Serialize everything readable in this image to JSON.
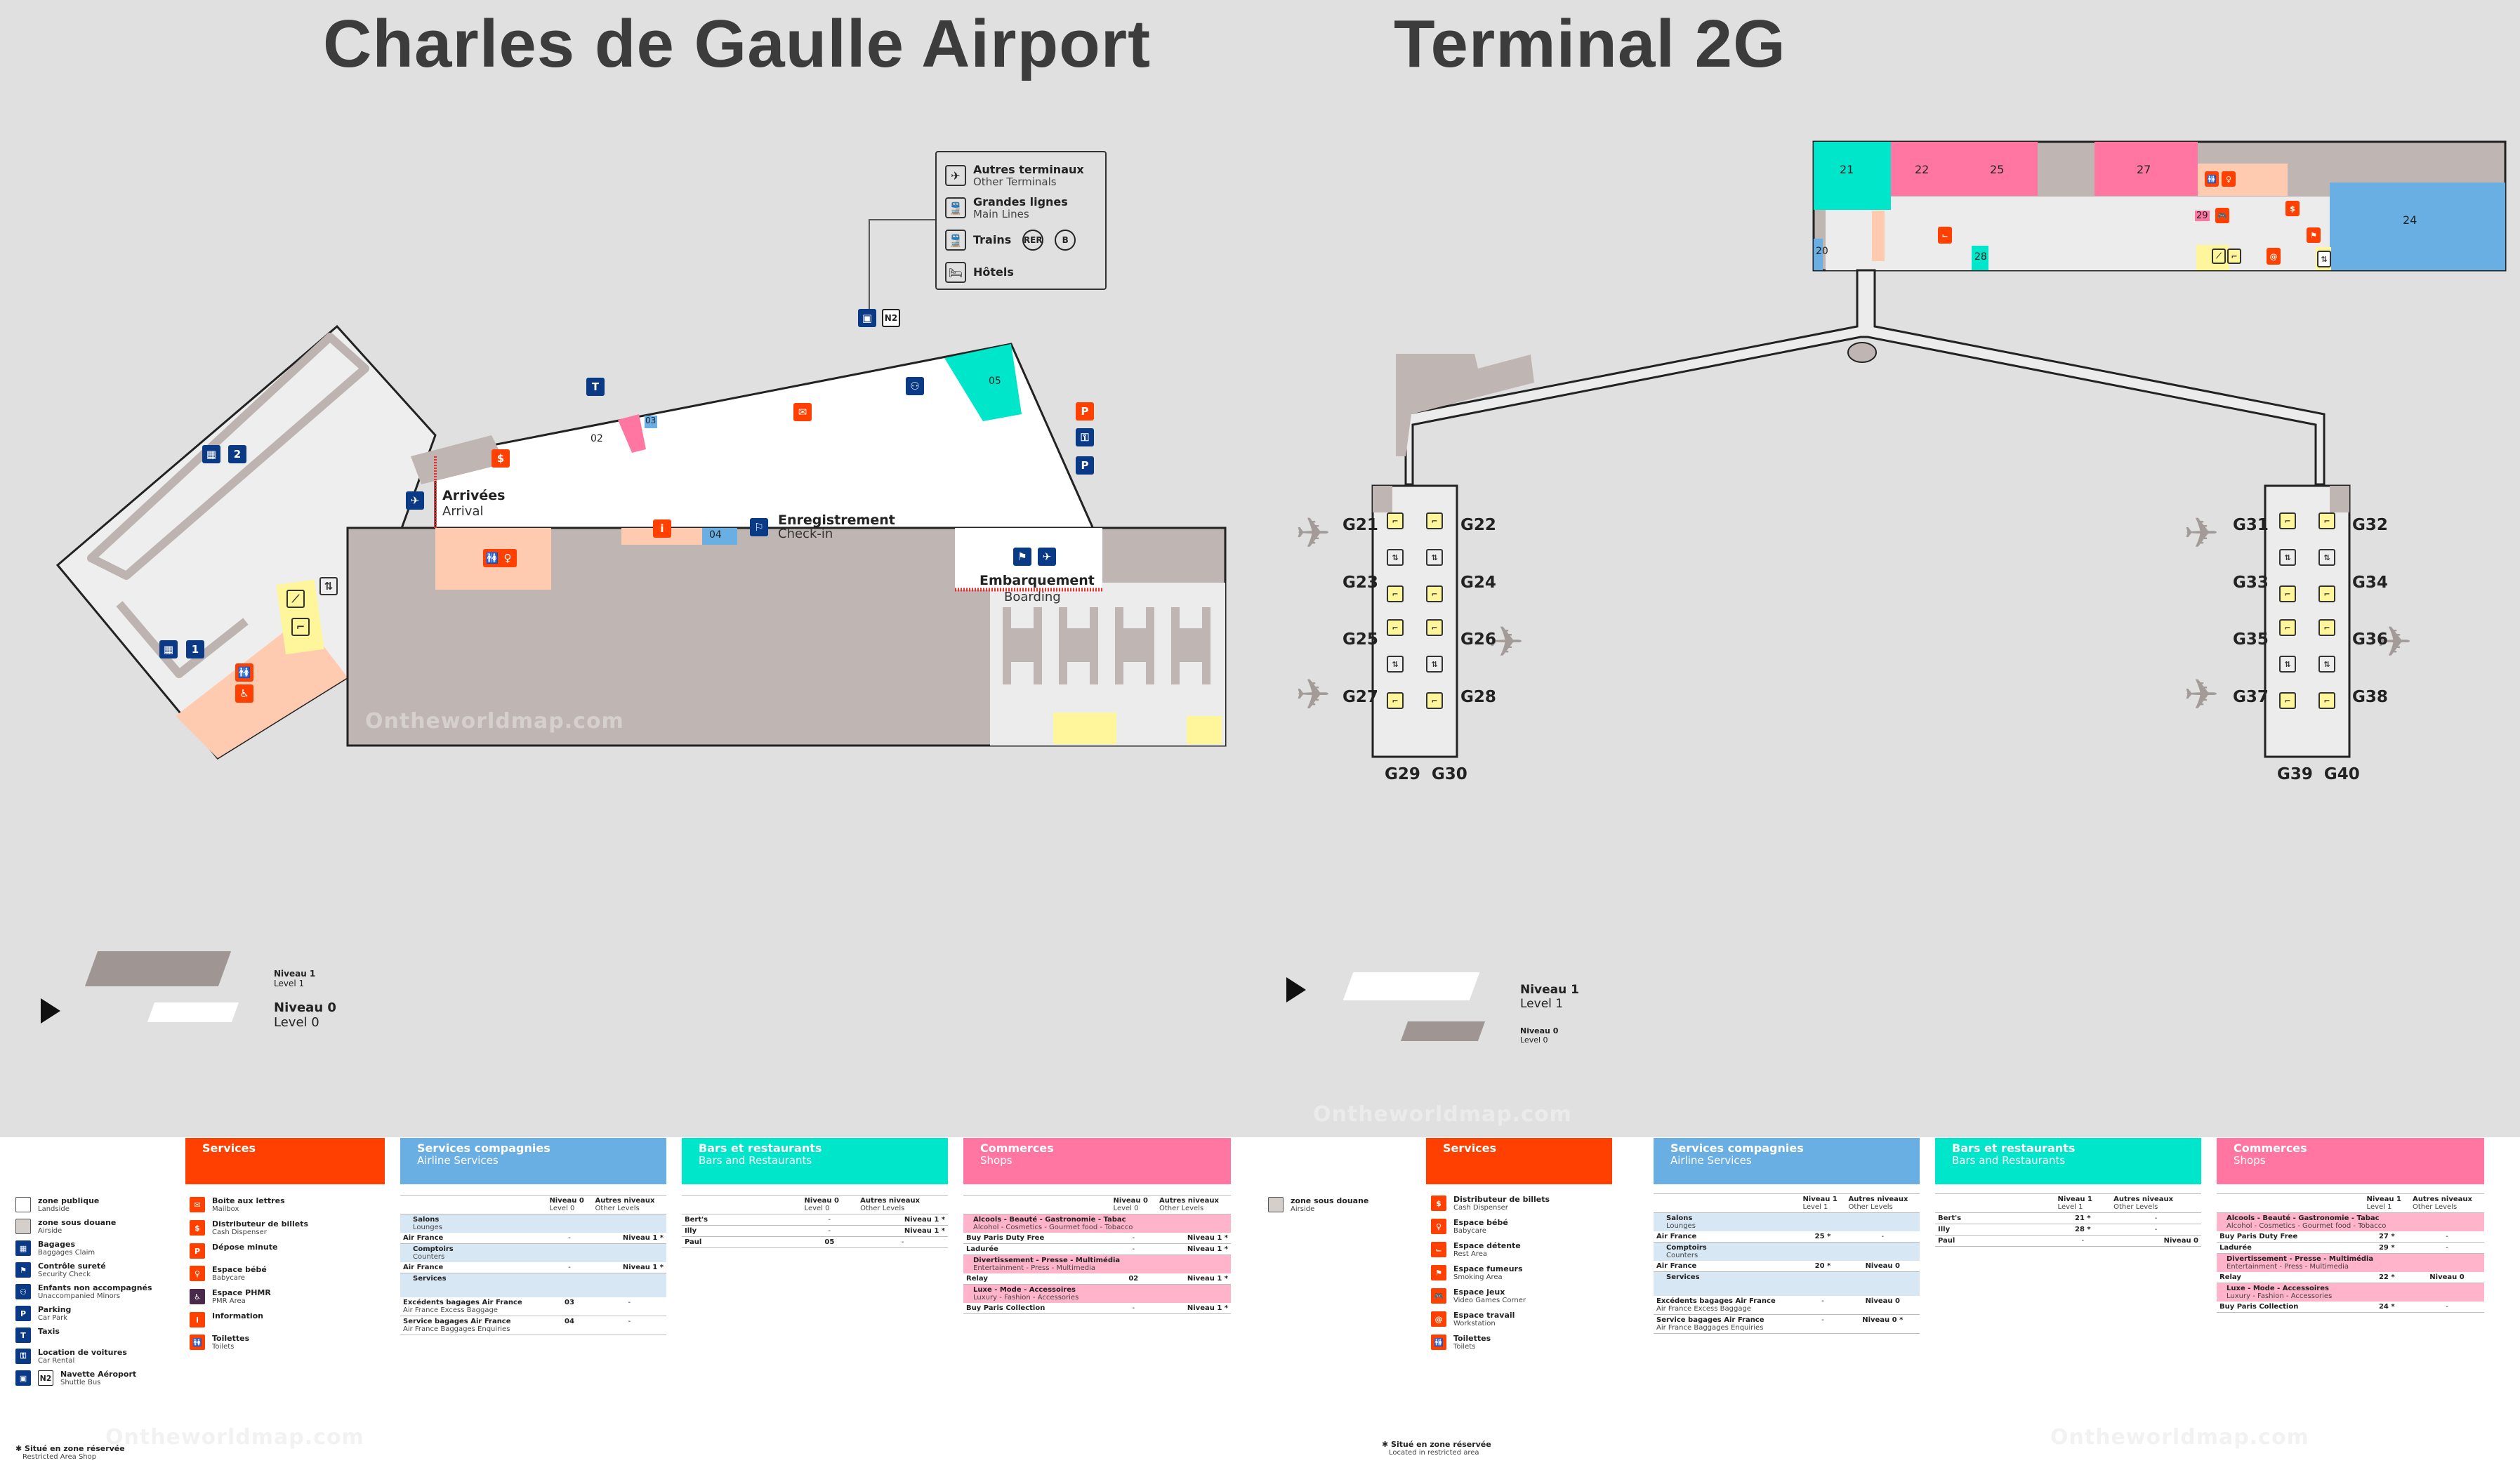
{
  "header": {
    "title_left": "Charles de Gaulle Airport",
    "title_right": "Terminal 2G"
  },
  "connections_box": {
    "items": [
      {
        "icon": "plane-icon",
        "fr": "Autres terminaux",
        "en": "Other Terminals"
      },
      {
        "icon": "train-icon",
        "fr": "Grandes lignes",
        "en": "Main Lines"
      },
      {
        "icon": "train-icon",
        "fr": "Trains",
        "en": "",
        "badges": [
          "RER",
          "B"
        ]
      },
      {
        "icon": "bed-icon",
        "fr": "Hôtels",
        "en": ""
      }
    ]
  },
  "level0_map": {
    "shuttle_badge": "N2",
    "baggage_claims": [
      "1",
      "2"
    ],
    "zones": {
      "arrivals": {
        "fr": "Arrivées",
        "en": "Arrival"
      },
      "checkin": {
        "fr": "Enregistrement",
        "en": "Check-in"
      },
      "boarding": {
        "fr": "Embarquement",
        "en": "Boarding"
      }
    },
    "units": [
      "02",
      "03",
      "04",
      "05"
    ],
    "colors": {
      "airside": "#bfb5b3",
      "landside": "#ffffff",
      "services": "#ffcbb0",
      "shops": "#ff76a2",
      "restaurants": "#00e6cb",
      "airline": "#6aafe3",
      "vertical": "#fff7a0"
    }
  },
  "level1_map": {
    "units": [
      "20",
      "21",
      "22",
      "24",
      "25",
      "27",
      "28",
      "29"
    ],
    "gates_left": [
      {
        "left": "G21",
        "right": "G22"
      },
      {
        "left": "G23",
        "right": "G24"
      },
      {
        "left": "G25",
        "right": "G26"
      },
      {
        "left": "G27",
        "right": "G28"
      }
    ],
    "gates_left_bottom": "G29  G30",
    "gates_right": [
      {
        "left": "G31",
        "right": "G32"
      },
      {
        "left": "G33",
        "right": "G34"
      },
      {
        "left": "G35",
        "right": "G36"
      },
      {
        "left": "G37",
        "right": "G38"
      }
    ],
    "gates_right_bottom": "G39  G40"
  },
  "level_selector_0": {
    "level1_fr": "Niveau 1",
    "level1_en": "Level 1",
    "level0_fr": "Niveau 0",
    "level0_en": "Level 0"
  },
  "level_selector_1": {
    "level1_fr": "Niveau 1",
    "level1_en": "Level 1",
    "level0_fr": "Niveau 0",
    "level0_en": "Level 0"
  },
  "watermark": "Ontheworldmap.com",
  "legend_level0": {
    "zones": [
      {
        "fr": "zone publique",
        "en": "Landside",
        "color": "#ffffff"
      },
      {
        "fr": "zone sous douane",
        "en": "Airside",
        "color": "#d5cfcc"
      },
      {
        "fr": "Bagages",
        "en": "Baggages Claim",
        "color": "#0a3a85"
      },
      {
        "fr": "Contrôle sureté",
        "en": "Security Check",
        "color": "#0a3a85"
      },
      {
        "fr": "Enfants non accompagnés",
        "en": "Unaccompanied Minors",
        "color": "#0a3a85"
      },
      {
        "fr": "Parking",
        "en": "Car Park",
        "color": "#0a3a85"
      },
      {
        "fr": "Taxis",
        "en": "",
        "color": "#0a3a85"
      },
      {
        "fr": "Location de voitures",
        "en": "Car Rental",
        "color": "#0a3a85"
      },
      {
        "fr": "Navette Aéroport",
        "en": "Shuttle Bus",
        "color": "#0a3a85"
      }
    ],
    "footnote_fr": "Situé en zone réservée",
    "footnote_en": "Restricted Area Shop",
    "services_header": "Services",
    "services": [
      {
        "fr": "Boite aux lettres",
        "en": "Mailbox"
      },
      {
        "fr": "Distributeur de billets",
        "en": "Cash Dispenser"
      },
      {
        "fr": "Dépose minute",
        "en": ""
      },
      {
        "fr": "Espace bébé",
        "en": "Babycare"
      },
      {
        "fr": "Espace PHMR",
        "en": "PMR Area"
      },
      {
        "fr": "Information",
        "en": ""
      },
      {
        "fr": "Toilettes",
        "en": "Toilets"
      }
    ],
    "airline": {
      "header_fr": "Services compagnies",
      "header_en": "Airline Services",
      "col1_fr": "Niveau 0",
      "col1_en": "Level 0",
      "col2_fr": "Autres niveaux",
      "col2_en": "Other Levels",
      "sections": [
        {
          "fr": "Salons",
          "en": "Lounges",
          "rows": [
            {
              "name": "Air France",
              "sub": "",
              "c1": "-",
              "c2": "Niveau 1 *"
            }
          ]
        },
        {
          "fr": "Comptoirs",
          "en": "Counters",
          "rows": [
            {
              "name": "Air France",
              "sub": "",
              "c1": "-",
              "c2": "Niveau 1 *"
            }
          ]
        },
        {
          "fr": "Services",
          "en": "",
          "rows": [
            {
              "name": "Excédents bagages Air France",
              "sub": "Air France Excess Baggage",
              "c1": "03",
              "c2": "-"
            },
            {
              "name": "Service bagages Air France",
              "sub": "Air France Baggages Enquiries",
              "c1": "04",
              "c2": "-"
            }
          ]
        }
      ]
    },
    "bars": {
      "header_fr": "Bars et restaurants",
      "header_en": "Bars and Restaurants",
      "col1_fr": "Niveau 0",
      "col1_en": "Level 0",
      "col2_fr": "Autres niveaux",
      "col2_en": "Other Levels",
      "rows": [
        {
          "name": "Bert's",
          "c1": "-",
          "c2": "Niveau 1 *"
        },
        {
          "name": "Illy",
          "c1": "-",
          "c2": "Niveau 1 *"
        },
        {
          "name": "Paul",
          "c1": "05",
          "c2": "-"
        }
      ]
    },
    "shops": {
      "header_fr": "Commerces",
      "header_en": "Shops",
      "col1_fr": "Niveau 0",
      "col1_en": "Level 0",
      "col2_fr": "Autres niveaux",
      "col2_en": "Other Levels",
      "sections": [
        {
          "fr": "Alcools - Beauté - Gastronomie - Tabac",
          "en": "Alcohol - Cosmetics - Gourmet food - Tobacco",
          "rows": [
            {
              "name": "Buy Paris Duty Free",
              "c1": "-",
              "c2": "Niveau 1 *"
            },
            {
              "name": "Ladurée",
              "c1": "-",
              "c2": "Niveau 1 *"
            }
          ]
        },
        {
          "fr": "Divertissement - Presse - Multimédia",
          "en": "Entertainment - Press - Multimedia",
          "rows": [
            {
              "name": "Relay",
              "c1": "02",
              "c2": "Niveau 1 *"
            }
          ]
        },
        {
          "fr": "Luxe - Mode - Accessoires",
          "en": "Luxury - Fashion - Accessories",
          "rows": [
            {
              "name": "Buy Paris Collection",
              "c1": "-",
              "c2": "Niveau 1 *"
            }
          ]
        }
      ]
    }
  },
  "legend_level1": {
    "zones": [
      {
        "fr": "zone sous douane",
        "en": "Airside",
        "color": "#d5cfcc"
      }
    ],
    "footnote_fr": "Situé en zone réservée",
    "footnote_en": "Located in restricted area",
    "services_header": "Services",
    "services": [
      {
        "fr": "Distributeur de billets",
        "en": "Cash Dispenser"
      },
      {
        "fr": "Espace bébé",
        "en": "Babycare"
      },
      {
        "fr": "Espace détente",
        "en": "Rest Area"
      },
      {
        "fr": "Espace fumeurs",
        "en": "Smoking Area"
      },
      {
        "fr": "Espace jeux",
        "en": "Video Games Corner"
      },
      {
        "fr": "Espace travail",
        "en": "Workstation"
      },
      {
        "fr": "Toilettes",
        "en": "Toilets"
      }
    ],
    "airline": {
      "header_fr": "Services compagnies",
      "header_en": "Airline Services",
      "col1_fr": "Niveau 1",
      "col1_en": "Level 1",
      "col2_fr": "Autres niveaux",
      "col2_en": "Other Levels",
      "sections": [
        {
          "fr": "Salons",
          "en": "Lounges",
          "rows": [
            {
              "name": "Air France",
              "sub": "",
              "c1": "25 *",
              "c2": "-"
            }
          ]
        },
        {
          "fr": "Comptoirs",
          "en": "Counters",
          "rows": [
            {
              "name": "Air France",
              "sub": "",
              "c1": "20 *",
              "c2": "Niveau 0"
            }
          ]
        },
        {
          "fr": "Services",
          "en": "",
          "rows": [
            {
              "name": "Excédents bagages Air France",
              "sub": "Air France Excess Baggage",
              "c1": "-",
              "c2": "Niveau 0"
            },
            {
              "name": "Service bagages Air France",
              "sub": "Air France Baggages Enquiries",
              "c1": "-",
              "c2": "Niveau 0 *"
            }
          ]
        }
      ]
    },
    "bars": {
      "header_fr": "Bars et restaurants",
      "header_en": "Bars and Restaurants",
      "col1_fr": "Niveau 1",
      "col1_en": "Level 1",
      "col2_fr": "Autres niveaux",
      "col2_en": "Other Levels",
      "rows": [
        {
          "name": "Bert's",
          "c1": "21 *",
          "c2": "-"
        },
        {
          "name": "Illy",
          "c1": "28 *",
          "c2": "-"
        },
        {
          "name": "Paul",
          "c1": "-",
          "c2": "Niveau 0"
        }
      ]
    },
    "shops": {
      "header_fr": "Commerces",
      "header_en": "Shops",
      "col1_fr": "Niveau 1",
      "col1_en": "Level 1",
      "col2_fr": "Autres niveaux",
      "col2_en": "Other Levels",
      "sections": [
        {
          "fr": "Alcools - Beauté - Gastronomie - Tabac",
          "en": "Alcohol - Cosmetics - Gourmet food - Tobacco",
          "rows": [
            {
              "name": "Buy Paris Duty Free",
              "c1": "27 *",
              "c2": "-"
            },
            {
              "name": "Ladurée",
              "c1": "29 *",
              "c2": "-"
            }
          ]
        },
        {
          "fr": "Divertissement - Presse - Multimédia",
          "en": "Entertainment - Press - Multimedia",
          "rows": [
            {
              "name": "Relay",
              "c1": "22 *",
              "c2": "Niveau 0"
            }
          ]
        },
        {
          "fr": "Luxe - Mode - Accessoires",
          "en": "Luxury - Fashion - Accessories",
          "rows": [
            {
              "name": "Buy Paris Collection",
              "c1": "24 *",
              "c2": "-"
            }
          ]
        }
      ]
    }
  }
}
